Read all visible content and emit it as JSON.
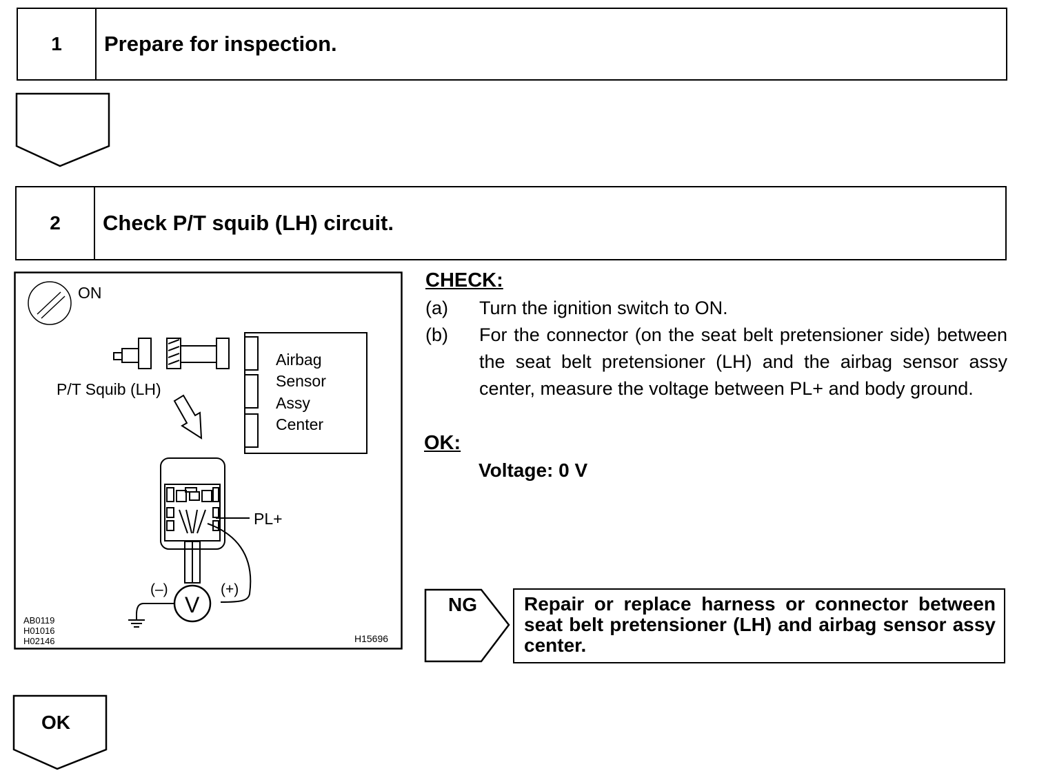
{
  "step1": {
    "number": "1",
    "title": "Prepare for inspection."
  },
  "step2": {
    "number": "2",
    "title": "Check P/T squib (LH) circuit."
  },
  "figure": {
    "ignition_label": "ON",
    "squib_label": "P/T Squib (LH)",
    "sensor_label_lines": [
      "Airbag",
      "Sensor",
      "Assy",
      "Center"
    ],
    "terminal_label": "PL+",
    "meter_minus": "(–)",
    "meter_plus": "(+)",
    "meter_symbol": "V",
    "ref_codes": [
      "AB0119",
      "H01016",
      "H02146"
    ],
    "figure_id": "H15696"
  },
  "check": {
    "heading": "CHECK:",
    "items": [
      {
        "label": "(a)",
        "text": "Turn the ignition switch to ON."
      },
      {
        "label": "(b)",
        "text": "For the connector (on the seat belt pretensioner side) between the seat belt pretensioner (LH) and the airbag sensor assy center, measure the voltage between PL+ and body ground."
      }
    ]
  },
  "ok_spec": {
    "heading": "OK:",
    "value": "Voltage: 0 V"
  },
  "ng": {
    "label": "NG",
    "action": "Repair or replace harness or connector between seat belt pretensioner (LH) and airbag sensor assy center."
  },
  "ok_flow": {
    "label": "OK"
  }
}
